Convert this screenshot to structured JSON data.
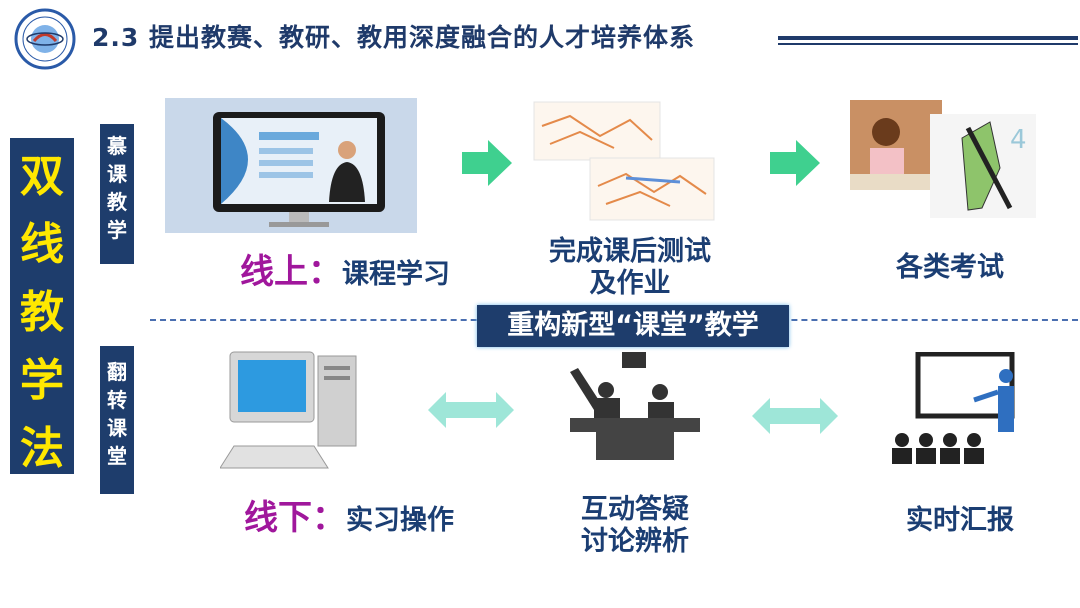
{
  "title": "2.3 提出教赛、教研、教用深度融合的人才培养体系",
  "left_bar_text": [
    "双",
    "线",
    "教",
    "学",
    "法"
  ],
  "top_tag": [
    "慕",
    "课",
    "教",
    "学"
  ],
  "bottom_tag": [
    "翻",
    "转",
    "课",
    "堂"
  ],
  "online": {
    "prefix": "线上：",
    "label": "课程学习"
  },
  "after_class": [
    "完成课后测试",
    "及作业"
  ],
  "exams": "各类考试",
  "banner": "重构新型“课堂”教学",
  "offline": {
    "prefix": "线下：",
    "label": "实习操作"
  },
  "interact": [
    "互动答疑",
    "讨论辨析"
  ],
  "report": "实时汇报",
  "colors": {
    "navy": "#1e3d6c",
    "yellow": "#ffe800",
    "purple": "#a0179c",
    "arrow_green": "#3fd08f",
    "arrow_teal": "#9ee6d8"
  }
}
